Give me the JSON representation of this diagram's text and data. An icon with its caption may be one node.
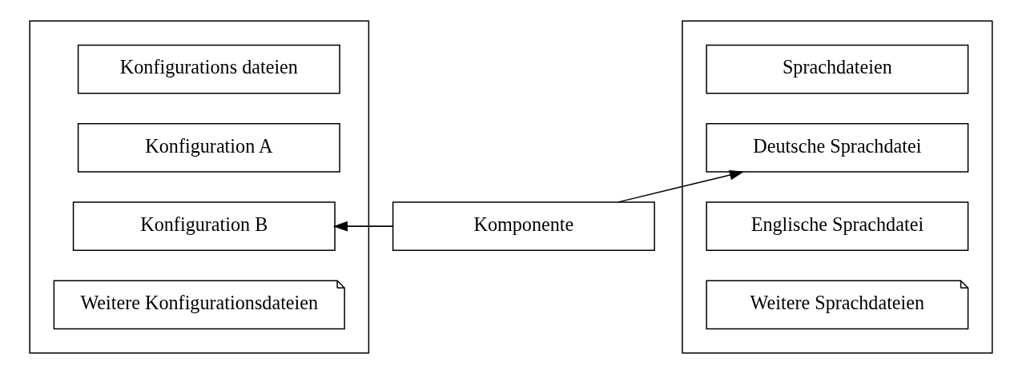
{
  "diagram": {
    "nodes": [
      {
        "text": [],
        "shape": "box"
      },
      {
        "text": [
          "Konfigurations dateien"
        ],
        "in": 0
      },
      {
        "text": [
          "Konfiguration A"
        ],
        "in": 0
      },
      {
        "text": [
          "Konfiguration B"
        ],
        "in": 0
      },
      {
        "text": [
          "Weitere Konfigurationsdateien"
        ],
        "in": 0
      },
      {
        "text": [
          "Komponente"
        ]
      },
      {
        "text": [],
        "shape": "box"
      },
      {
        "text": [
          "Sprachdateien"
        ],
        "in": 6
      },
      {
        "text": [
          "Deutsche Sprachdatei"
        ],
        "in": 6
      },
      {
        "text": [
          "Englische Sprachdatei"
        ],
        "in": 6
      },
      {
        "text": [
          "Weitere Sprachdateien"
        ],
        "in": 6
      }
    ],
    "edges": [
      {
        "from": 5,
        "to": 3,
        "arrow": "to"
      },
      {
        "from": 5,
        "to": 8,
        "arrow": "to"
      }
    ]
  }
}
